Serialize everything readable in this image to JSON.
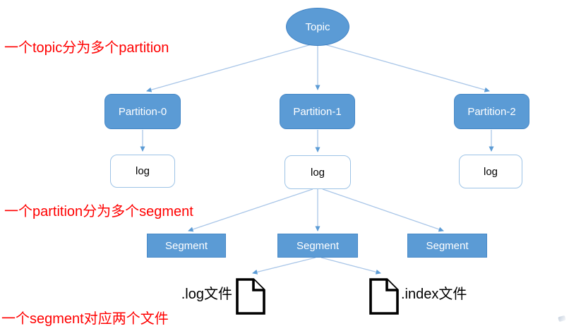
{
  "topic": {
    "label": "Topic"
  },
  "partitions": [
    {
      "label": "Partition-0"
    },
    {
      "label": "Partition-1"
    },
    {
      "label": "Partition-2"
    }
  ],
  "logs": [
    {
      "label": "log"
    },
    {
      "label": "log"
    },
    {
      "label": "log"
    }
  ],
  "segments": [
    {
      "label": "Segment"
    },
    {
      "label": "Segment"
    },
    {
      "label": "Segment"
    }
  ],
  "files": [
    {
      "label": ".log文件",
      "icon": "document-icon"
    },
    {
      "label": ".index文件",
      "icon": "document-icon"
    }
  ],
  "annotations": [
    {
      "text": "一个topic分为多个partition"
    },
    {
      "text": "一个partition分为多个segment"
    },
    {
      "text": "一个segment对应两个文件"
    }
  ],
  "colors": {
    "node_fill": "#5B9BD5",
    "node_border": "#4688C7",
    "log_border": "#9DC3E6",
    "arrow_line": "#A9C6E8",
    "arrow_head": "#5B9BD5",
    "annotation_red": "#FF0000",
    "node_text": "#FFFFFF",
    "black_text": "#000000"
  }
}
